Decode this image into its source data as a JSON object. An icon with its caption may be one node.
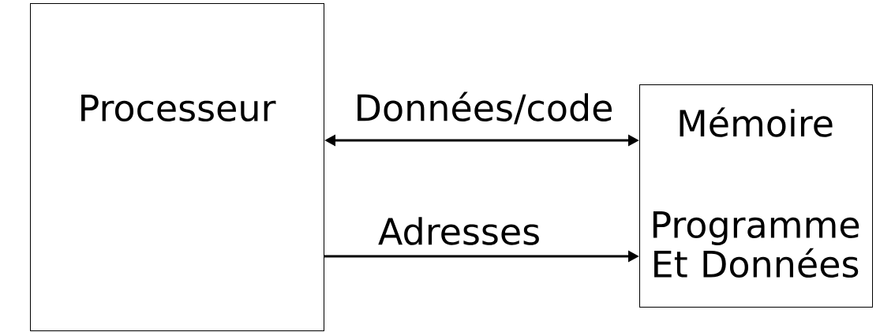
{
  "diagram": {
    "nodes": [
      {
        "text": [
          "Processeur"
        ]
      },
      {
        "text": [
          "Mémoire",
          "Programme Et Données"
        ]
      }
    ],
    "edges": [
      {
        "from": 0,
        "to": 1,
        "arrow": "both",
        "label": "Données/code"
      },
      {
        "from": 0,
        "to": 1,
        "arrow": "to",
        "label": "Adresses"
      }
    ]
  }
}
